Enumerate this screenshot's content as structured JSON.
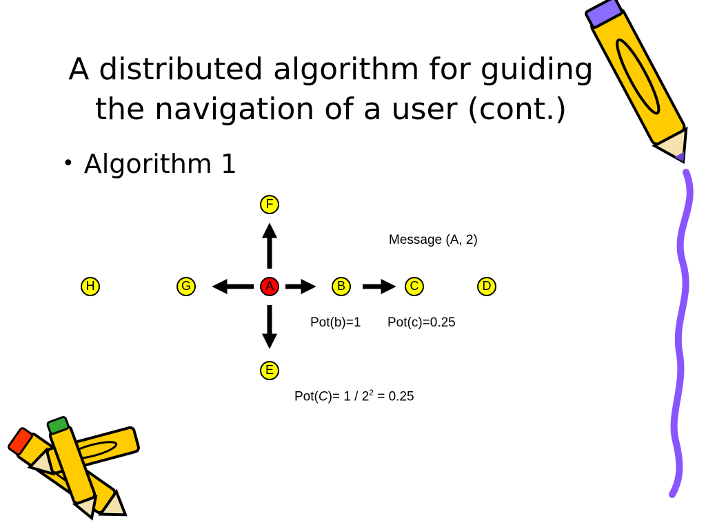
{
  "slide": {
    "title_line1": "A distributed algorithm for guiding",
    "title_line2": "the navigation of a user (cont.)",
    "bullet": "Algorithm 1"
  },
  "diagram": {
    "nodes": [
      {
        "id": "F",
        "label": "F"
      },
      {
        "id": "H",
        "label": "H"
      },
      {
        "id": "G",
        "label": "G"
      },
      {
        "id": "A",
        "label": "A",
        "highlight": "#ff0000"
      },
      {
        "id": "B",
        "label": "B"
      },
      {
        "id": "C",
        "label": "C"
      },
      {
        "id": "D",
        "label": "D"
      },
      {
        "id": "E",
        "label": "E"
      }
    ],
    "edges": [
      [
        "A",
        "F"
      ],
      [
        "A",
        "G"
      ],
      [
        "A",
        "B"
      ],
      [
        "B",
        "C"
      ],
      [
        "A",
        "E"
      ]
    ],
    "node_color": "#ffff00",
    "message": "Message (A, 2)",
    "pot_b": "Pot(b)=1",
    "pot_c": "Pot(c)=0.25",
    "formula": {
      "prefix": "Pot(",
      "var": "C",
      "mid": ")= 1 / 2",
      "exp": "2",
      "suffix": " = 0.25"
    }
  }
}
